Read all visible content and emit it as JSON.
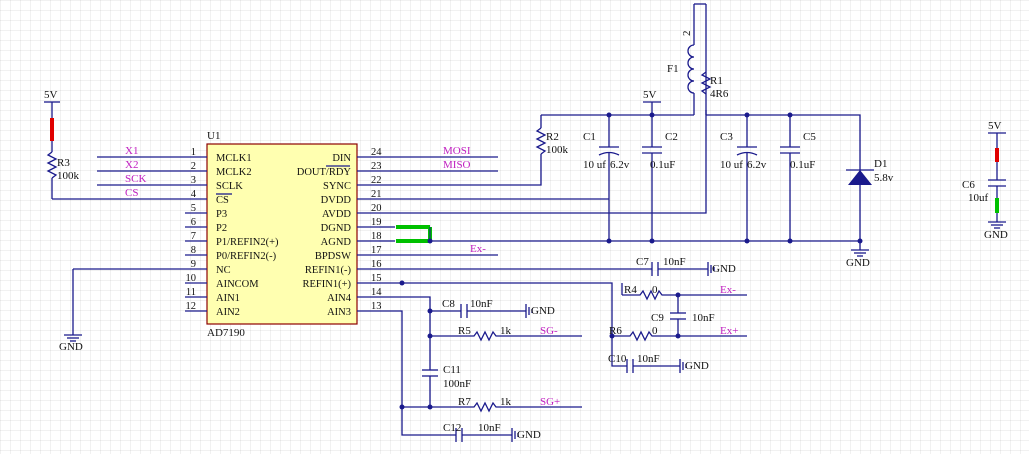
{
  "u1": {
    "ref": "U1",
    "part": "AD7190",
    "left_pins": [
      {
        "num": "1",
        "name": "MCLK1"
      },
      {
        "num": "2",
        "name": "MCLK2"
      },
      {
        "num": "3",
        "name": "SCLK"
      },
      {
        "num": "4",
        "name": "CS"
      },
      {
        "num": "5",
        "name": "P3"
      },
      {
        "num": "6",
        "name": "P2"
      },
      {
        "num": "7",
        "name": "P1/REFIN2(+)"
      },
      {
        "num": "8",
        "name": "P0/REFIN2(-)"
      },
      {
        "num": "9",
        "name": "NC"
      },
      {
        "num": "10",
        "name": "AINCOM"
      },
      {
        "num": "11",
        "name": "AIN1"
      },
      {
        "num": "12",
        "name": "AIN2"
      }
    ],
    "right_pins": [
      {
        "num": "24",
        "name": "DIN"
      },
      {
        "num": "23",
        "name": "DOUT/RDY"
      },
      {
        "num": "22",
        "name": "SYNC"
      },
      {
        "num": "21",
        "name": "DVDD"
      },
      {
        "num": "20",
        "name": "AVDD"
      },
      {
        "num": "19",
        "name": "DGND"
      },
      {
        "num": "18",
        "name": "AGND"
      },
      {
        "num": "17",
        "name": "BPDSW"
      },
      {
        "num": "16",
        "name": "REFIN1(-)"
      },
      {
        "num": "15",
        "name": "REFIN1(+)"
      },
      {
        "num": "14",
        "name": "AIN4"
      },
      {
        "num": "13",
        "name": "AIN3"
      }
    ]
  },
  "nets": {
    "x1": "X1",
    "x2": "X2",
    "sck": "SCK",
    "cs": "CS",
    "mosi": "MOSI",
    "miso": "MISO",
    "ex_minus": "Ex-",
    "ex_plus": "Ex+",
    "sg_minus": "SG-",
    "sg_plus": "SG+"
  },
  "power": {
    "v5": "5V",
    "gnd": "GND"
  },
  "parts": {
    "r3": {
      "ref": "R3",
      "value": "100k"
    },
    "r2": {
      "ref": "R2",
      "value": "100k"
    },
    "r1": {
      "ref": "R1",
      "value": "4R6"
    },
    "f1": {
      "ref": "F1",
      "pin": "2"
    },
    "c1": {
      "ref": "C1",
      "value1": "10 uf",
      "value2": "6.2v"
    },
    "c2": {
      "ref": "C2",
      "value": "0.1uF"
    },
    "c3": {
      "ref": "C3",
      "value1": "10 uf",
      "value2": "6.2v"
    },
    "c5": {
      "ref": "C5",
      "value": "0.1uF"
    },
    "d1": {
      "ref": "D1",
      "value": "5.8v"
    },
    "c6": {
      "ref": "C6",
      "value": "10uf"
    },
    "c7": {
      "ref": "C7",
      "value": "10nF"
    },
    "c8": {
      "ref": "C8",
      "value": "10nF"
    },
    "c9": {
      "ref": "C9",
      "value": "10nF"
    },
    "c10": {
      "ref": "C10",
      "value": "10nF"
    },
    "c11": {
      "ref": "C11",
      "value": "100nF"
    },
    "c12": {
      "ref": "C12",
      "value": "10nF"
    },
    "r4": {
      "ref": "R4",
      "value": "0"
    },
    "r5": {
      "ref": "R5",
      "value": "1k"
    },
    "r6": {
      "ref": "R6",
      "value": "0"
    },
    "r7": {
      "ref": "R7",
      "value": "1k"
    }
  },
  "colors": {
    "wire": "#1a1a8c",
    "net_label": "#c020c0",
    "ic_fill": "#ffffb0",
    "ic_border": "#8b0000",
    "red_segment": "#e00000",
    "green_segment": "#00c000"
  }
}
